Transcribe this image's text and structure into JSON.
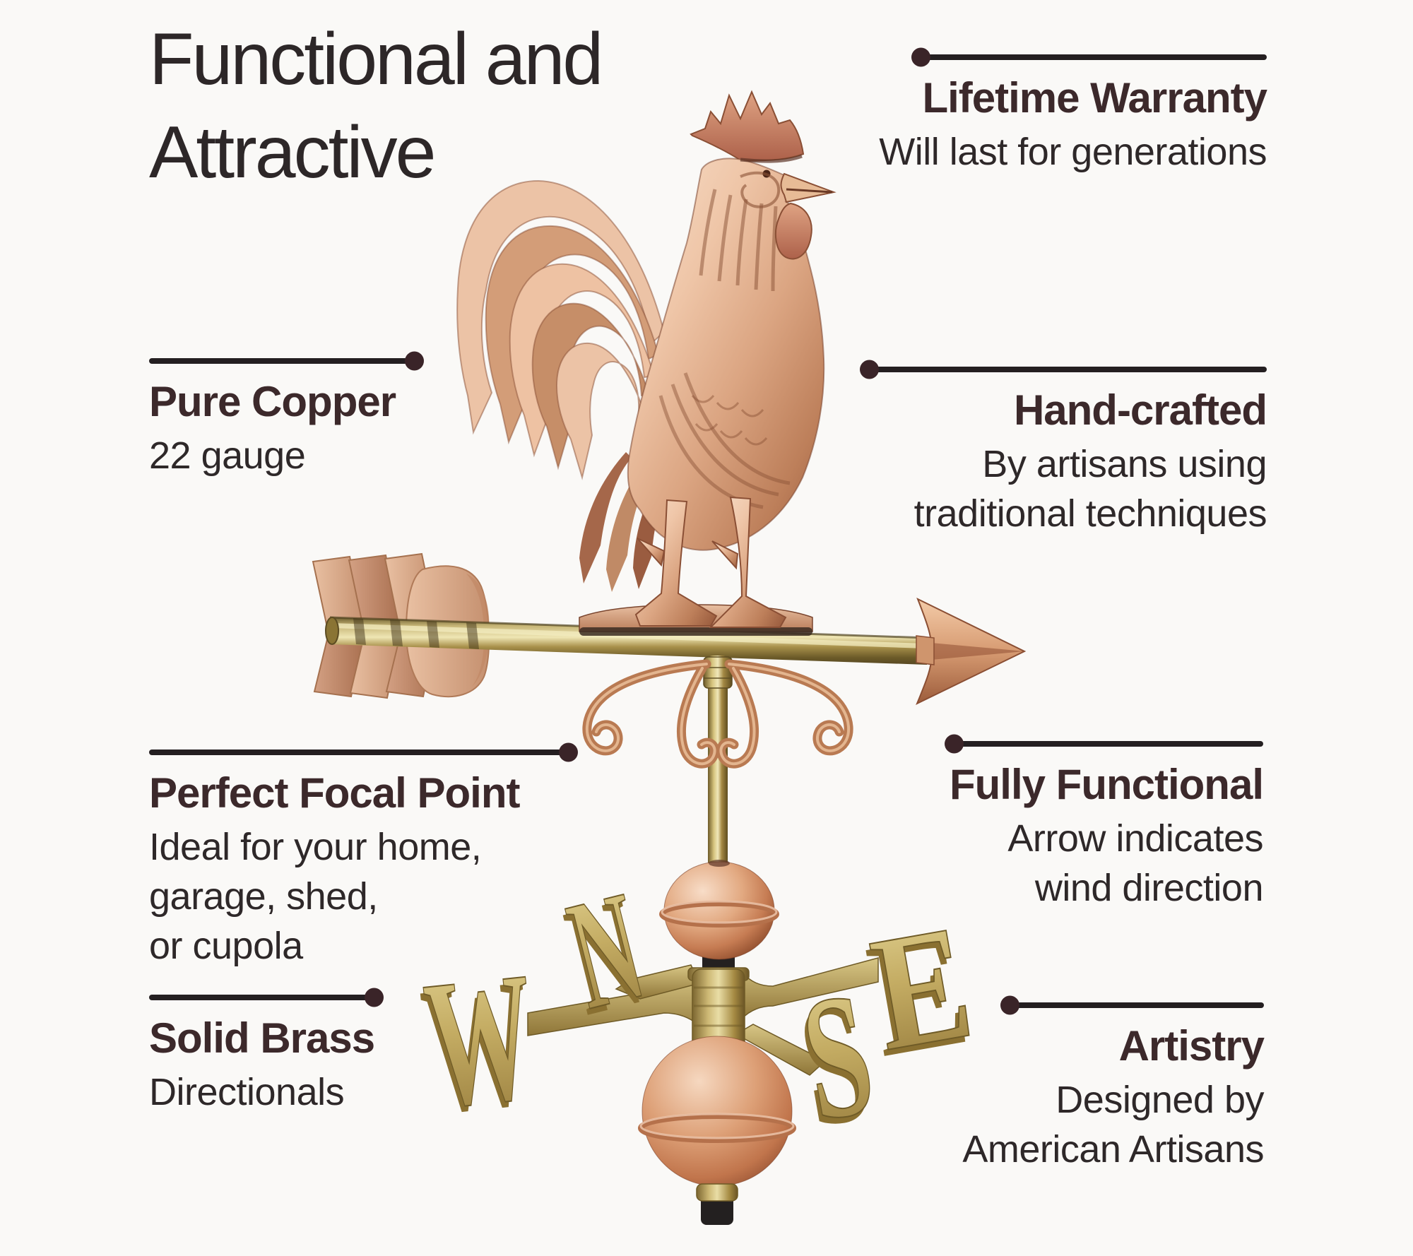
{
  "title": {
    "lines": [
      "Functional and",
      "Attractive"
    ]
  },
  "callouts": {
    "lifetime_warranty": {
      "heading": "Lifetime Warranty",
      "lines": [
        "Will last for generations"
      ]
    },
    "pure_copper": {
      "heading": "Pure Copper",
      "lines": [
        "22 gauge"
      ]
    },
    "hand_crafted": {
      "heading": "Hand-crafted",
      "lines": [
        "By artisans using",
        "traditional techniques"
      ]
    },
    "perfect_focal_point": {
      "heading": "Perfect Focal Point",
      "lines": [
        "Ideal for your home,",
        "garage, shed,",
        "or cupola"
      ]
    },
    "fully_functional": {
      "heading": "Fully Functional",
      "lines": [
        "Arrow indicates",
        "wind direction"
      ]
    },
    "solid_brass": {
      "heading": "Solid Brass",
      "lines": [
        "Directionals"
      ]
    },
    "artistry": {
      "heading": "Artistry",
      "lines": [
        "Designed by",
        "American Artisans"
      ]
    }
  },
  "weathervane": {
    "directionals": {
      "west": "W",
      "north": "N",
      "south": "S",
      "east": "E"
    }
  },
  "colors": {
    "background": "#faf9f7",
    "heading": "#3c292b",
    "body_text": "#2e2829",
    "callout_line": "#241f21",
    "callout_dot": "#3a2428",
    "copper": "#c98a64",
    "copper_light": "#eec5a8",
    "brass": "#b49a4e",
    "black_rod": "#242120"
  }
}
